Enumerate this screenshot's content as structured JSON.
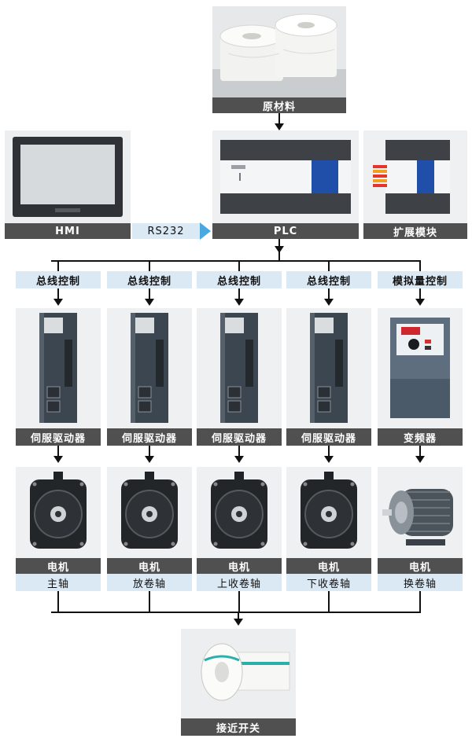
{
  "raw_material": {
    "label": "原材料"
  },
  "hmi": {
    "label": "HMI"
  },
  "link": {
    "label": "RS232"
  },
  "plc": {
    "label": "PLC"
  },
  "expansion": {
    "label": "扩展模块"
  },
  "control_labels": [
    "总线控制",
    "总线控制",
    "总线控制",
    "总线控制",
    "模拟量控制"
  ],
  "drive_labels": [
    "伺服驱动器",
    "伺服驱动器",
    "伺服驱动器",
    "伺服驱动器",
    "变频器"
  ],
  "motor_labels": [
    "电机",
    "电机",
    "电机",
    "电机",
    "电机"
  ],
  "axis_labels": [
    "主轴",
    "放卷轴",
    "上收卷轴",
    "下收卷轴",
    "换卷轴"
  ],
  "sensor": {
    "label": "接近开关"
  },
  "colors": {
    "dark_bar": "#505050",
    "light_bar": "#dbe9f5",
    "accent": "#4aa8e0"
  }
}
